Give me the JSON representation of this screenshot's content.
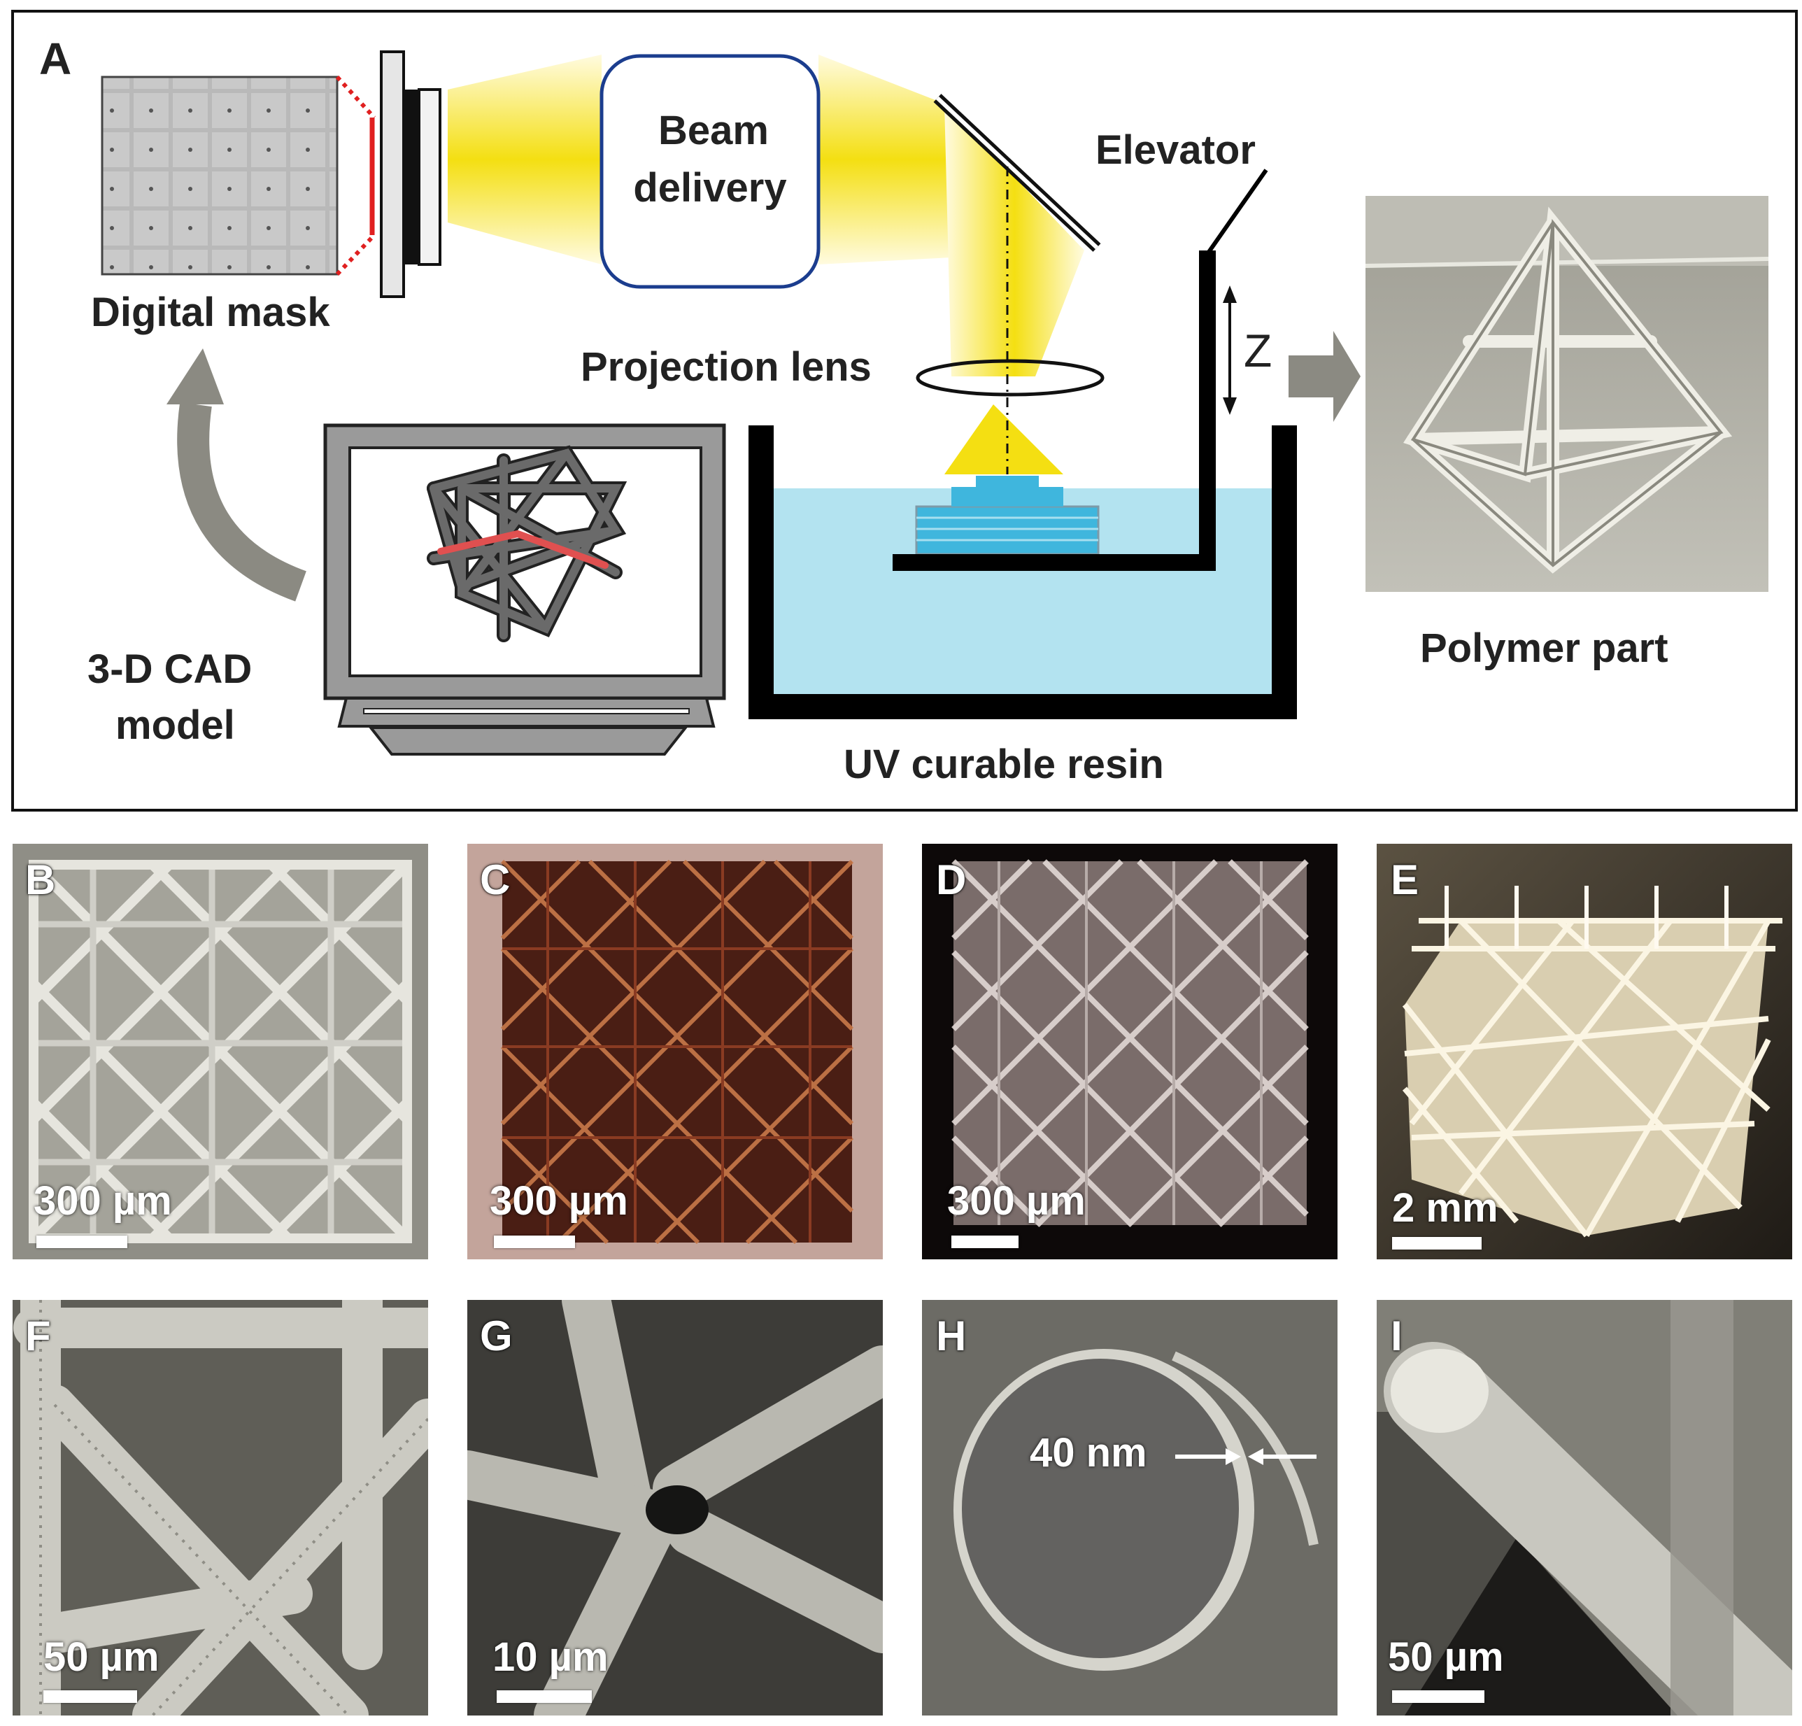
{
  "panel_a": {
    "label": "A",
    "digital_mask": "Digital mask",
    "beam_delivery_line1": "Beam",
    "beam_delivery_line2": "delivery",
    "elevator": "Elevator",
    "projection_lens": "Projection lens",
    "z_axis": "Z",
    "cad_line1": "3-D CAD",
    "cad_line2": "model",
    "uv_resin": "UV curable resin",
    "polymer_part": "Polymer part"
  },
  "panels": [
    {
      "id": "B",
      "label": "B",
      "scale": "300 µm"
    },
    {
      "id": "C",
      "label": "C",
      "scale": "300 µm"
    },
    {
      "id": "D",
      "label": "D",
      "scale": "300 µm"
    },
    {
      "id": "E",
      "label": "E",
      "scale": "2 mm"
    },
    {
      "id": "F",
      "label": "F",
      "scale": "50 µm"
    },
    {
      "id": "G",
      "label": "G",
      "scale": "10 µm"
    },
    {
      "id": "H",
      "label": "H",
      "scale": "",
      "annotation": "40 nm"
    },
    {
      "id": "I",
      "label": "I",
      "scale": "50 µm"
    }
  ],
  "colors": {
    "beam": "#f6e21a",
    "resin": "#b3e3f0",
    "monitor_frame": "#8a8a8a",
    "arrow_gray": "#8b8a82",
    "frame_border": "#111111"
  }
}
